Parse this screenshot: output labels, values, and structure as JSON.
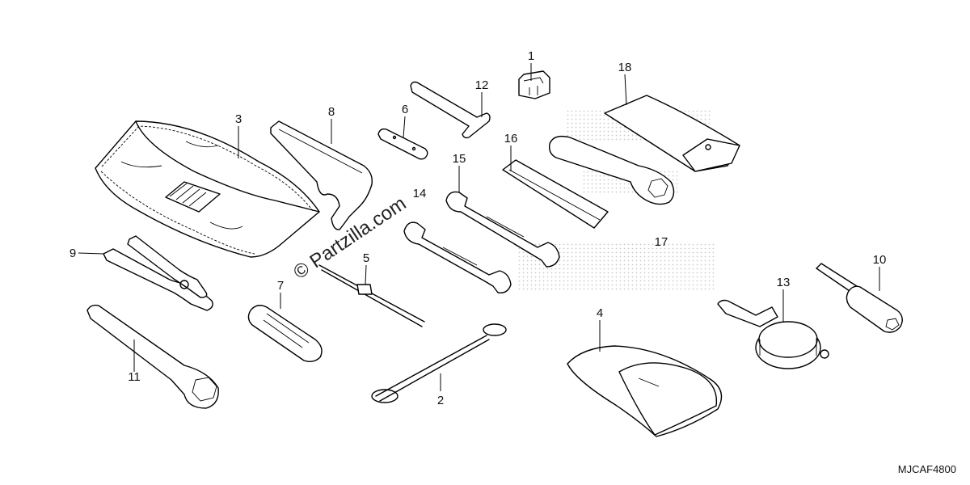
{
  "watermark": "© Partzilla.com",
  "diagram_code": "MJCAF4800",
  "callouts": [
    "1",
    "2",
    "3",
    "4",
    "5",
    "6",
    "7",
    "8",
    "9",
    "10",
    "11",
    "12",
    "13",
    "14",
    "15",
    "16",
    "17",
    "18"
  ]
}
